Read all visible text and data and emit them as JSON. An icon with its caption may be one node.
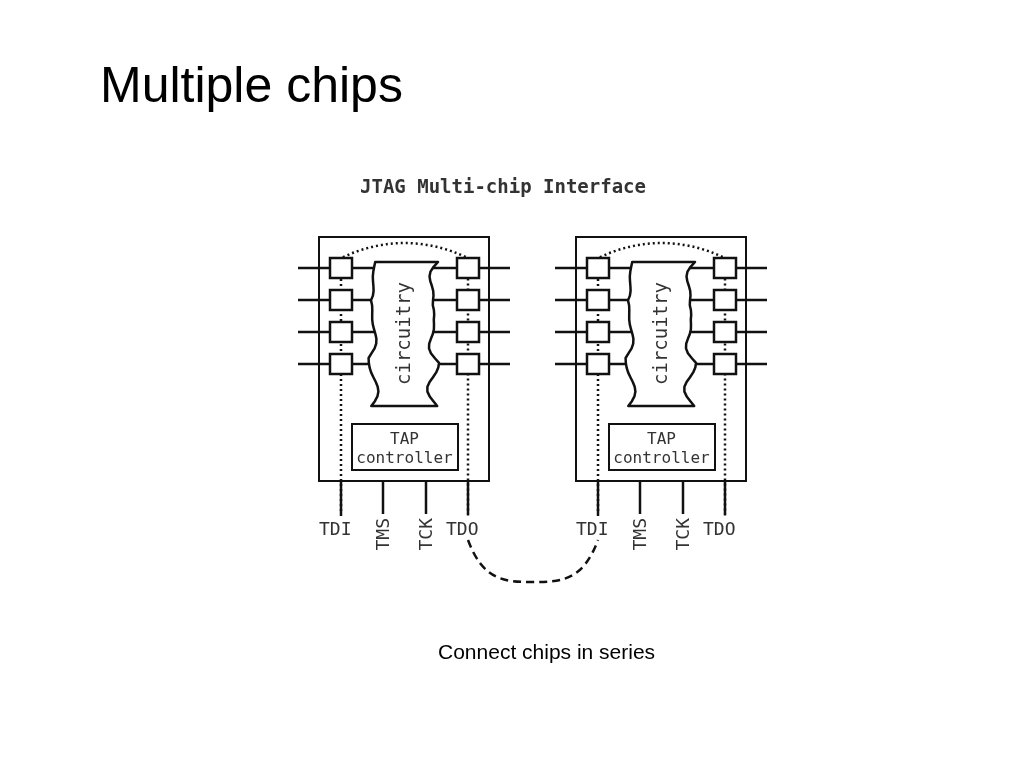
{
  "diagram": {
    "title": "Multiple chips",
    "caption": "Connect chips in series",
    "nodes": [
      {
        "text": [],
        "shape": "box"
      },
      {
        "text": [
          "circuitry"
        ],
        "in": 0
      },
      {
        "text": [
          "TAP controller"
        ],
        "in": 0
      },
      {
        "text": [],
        "shape": "box"
      },
      {
        "text": [
          "circuitry"
        ],
        "in": 3
      },
      {
        "text": [
          "TAP controller"
        ],
        "in": 3
      },
      {
        "text": [
          "TDI"
        ]
      },
      {
        "text": [
          "TMS"
        ]
      },
      {
        "text": [
          "TCK"
        ]
      },
      {
        "text": [
          "TDO"
        ]
      },
      {
        "text": [
          "TDI"
        ]
      },
      {
        "text": [
          "TMS"
        ]
      },
      {
        "text": [
          "TCK"
        ]
      },
      {
        "text": [
          "TDO"
        ]
      }
    ],
    "edges": [
      {
        "from": 0,
        "to": 6,
        "arrow": "none"
      },
      {
        "from": 0,
        "to": 7,
        "arrow": "none"
      },
      {
        "from": 0,
        "to": 8,
        "arrow": "none"
      },
      {
        "from": 0,
        "to": 9,
        "arrow": "none"
      },
      {
        "from": 3,
        "to": 10,
        "arrow": "none"
      },
      {
        "from": 3,
        "to": 11,
        "arrow": "none"
      },
      {
        "from": 3,
        "to": 12,
        "arrow": "none"
      },
      {
        "from": 3,
        "to": 13,
        "arrow": "none"
      },
      {
        "from": 6,
        "to": 9,
        "arrow": "none",
        "style": "dashed"
      },
      {
        "from": 10,
        "to": 13,
        "arrow": "none",
        "style": "dashed"
      },
      {
        "from": 9,
        "to": 10,
        "arrow": "none",
        "style": "dashed"
      }
    ],
    "labels": [
      "JTAG Multi-chip Interface"
    ]
  }
}
